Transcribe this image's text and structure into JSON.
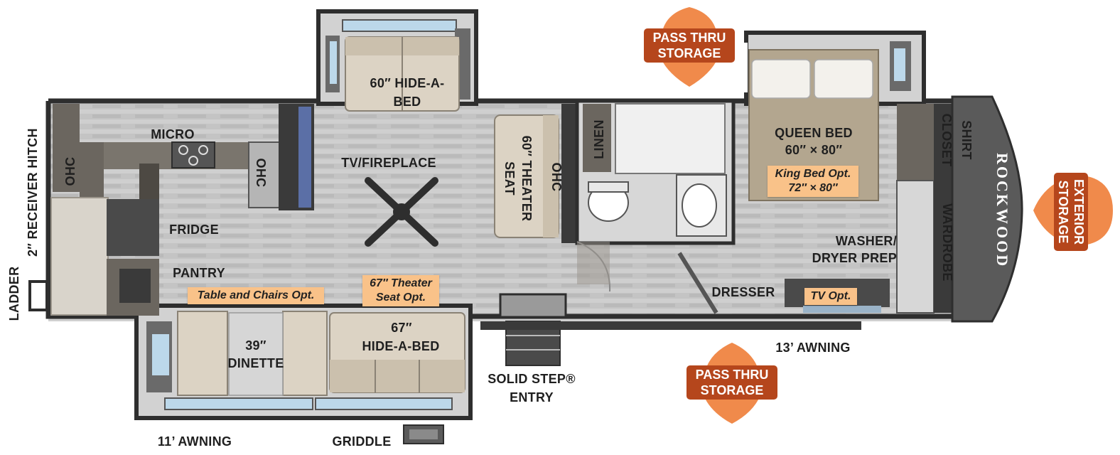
{
  "labels": {
    "hitch": "2″ RECEIVER HITCH",
    "ladder": "LADDER",
    "ohc_kitchen": "OHC",
    "micro": "MICRO",
    "ohc_fireplace": "OHC",
    "fridge": "FRIDGE",
    "pantry": "PANTRY",
    "tv_fireplace": "TV/FIREPLACE",
    "hide_a_bed_60_line1": "60″ HIDE-A-",
    "hide_a_bed_60_line2": "BED",
    "theater_seat_60_line1": "60″ THEATER",
    "theater_seat_60_line2": "SEAT",
    "ohc_bath": "OHC",
    "linen": "LINEN",
    "queen_bed_line1": "QUEEN BED",
    "queen_bed_line2": "60″ × 80″",
    "shirt_closet_line1": "SHIRT",
    "shirt_closet_line2": "CLOSET",
    "wardrobe": "WARDROBE",
    "washer_line1": "WASHER/",
    "washer_line2": "DRYER PREP",
    "dresser": "DRESSER",
    "dinette_line1": "39″",
    "dinette_line2": "DINETTE",
    "hide_a_bed_67_line1": "67″",
    "hide_a_bed_67_line2": "HIDE-A-BED",
    "solid_step_line1": "SOLID STEP®",
    "solid_step_line2": "ENTRY",
    "awning_13": "13’ AWNING",
    "awning_11": "11’ AWNING",
    "griddle": "GRIDDLE"
  },
  "options": {
    "table_chairs": "Table and Chairs Opt.",
    "theater_seat_67_line1": "67″ Theater",
    "theater_seat_67_line2": "Seat Opt.",
    "king_bed_line1": "King Bed Opt.",
    "king_bed_line2": "72″ × 80″",
    "tv": "TV Opt."
  },
  "storage": {
    "pass_thru_top_line1": "PASS THRU",
    "pass_thru_top_line2": "STORAGE",
    "pass_thru_bottom_line1": "PASS THRU",
    "pass_thru_bottom_line2": "STORAGE",
    "exterior_line1": "EXTERIOR",
    "exterior_line2": "STORAGE"
  },
  "brand": {
    "logo_text": "ROCKWOOD"
  },
  "colors": {
    "wall": "#2e2e2e",
    "floor": "#c9c9c9",
    "cabinet": "#6b665f",
    "sofa": "#dcd3c4",
    "bed_cover": "#b3a68f",
    "option_fill": "#f9c289",
    "storage_badge": "#b5461c",
    "storage_arrow": "#f08a4b",
    "front_cap": "#5a5a5a"
  }
}
